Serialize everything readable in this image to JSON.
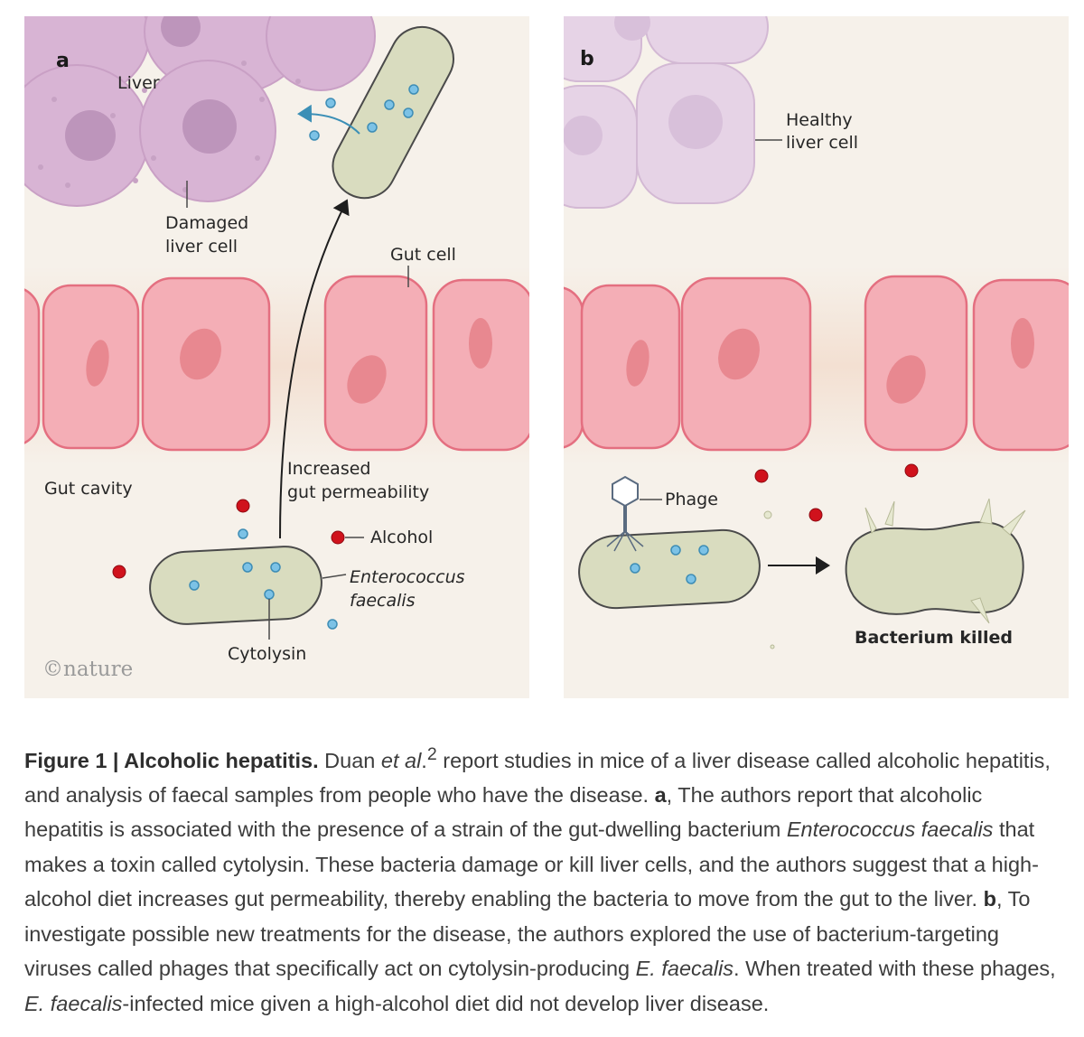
{
  "figure": {
    "panel_a": {
      "letter": "a",
      "liver": "Liver",
      "damaged_line1": "Damaged",
      "damaged_line2": "liver cell",
      "gut_cell": "Gut cell",
      "gut_cavity": "Gut cavity",
      "permeability_line1": "Increased",
      "permeability_line2": "gut permeability",
      "alcohol": "Alcohol",
      "bacterium_line1": "Enterococcus",
      "bacterium_line2": "faecalis",
      "cytolysin": "Cytolysin",
      "credit": "©nature"
    },
    "panel_b": {
      "letter": "b",
      "healthy_line1": "Healthy",
      "healthy_line2": "liver cell",
      "phage": "Phage",
      "killed": "Bacterium killed"
    },
    "colors": {
      "background": "#f6f1ea",
      "liver_cell": "#d7b3d3",
      "healthy_liver_cell": "#e6d3e6",
      "gut_cell": "#f4aeb6",
      "nucleus": "#e88890",
      "bacterium": "#d9dcbf",
      "alcohol": "#d0121c",
      "cytolysin": "#7cc2e6"
    }
  },
  "caption": {
    "label": "Figure 1 | Alcoholic hepatitis.",
    "author": "Duan ",
    "et_al": "et al",
    "period": ".",
    "ref": "2",
    "s1": " report studies in mice of a liver disease called alcoholic hepatitis, and analysis of faecal samples from people who have the disease. ",
    "a_letter": "a",
    "s2": ", The authors report that alcoholic hepatitis is associated with the presence of a strain of the gut-dwelling bacterium ",
    "species1": "Enterococcus faecalis",
    "s3": " that makes a toxin called cytolysin. These bacteria damage or kill liver cells, and the authors suggest that a high-alcohol diet increases gut permeability, thereby enabling the bacteria to move from the gut to the liver. ",
    "b_letter": "b",
    "s4": ", To investigate possible new treatments for the disease, the authors explored the use of bacterium-targeting viruses called phages that specifically act on cytolysin-producing ",
    "species2": "E. faecalis",
    "s5": ". When treated with these phages, ",
    "species3": "E. faecalis",
    "s6": "-infected mice given a high-alcohol diet did not develop liver disease."
  }
}
